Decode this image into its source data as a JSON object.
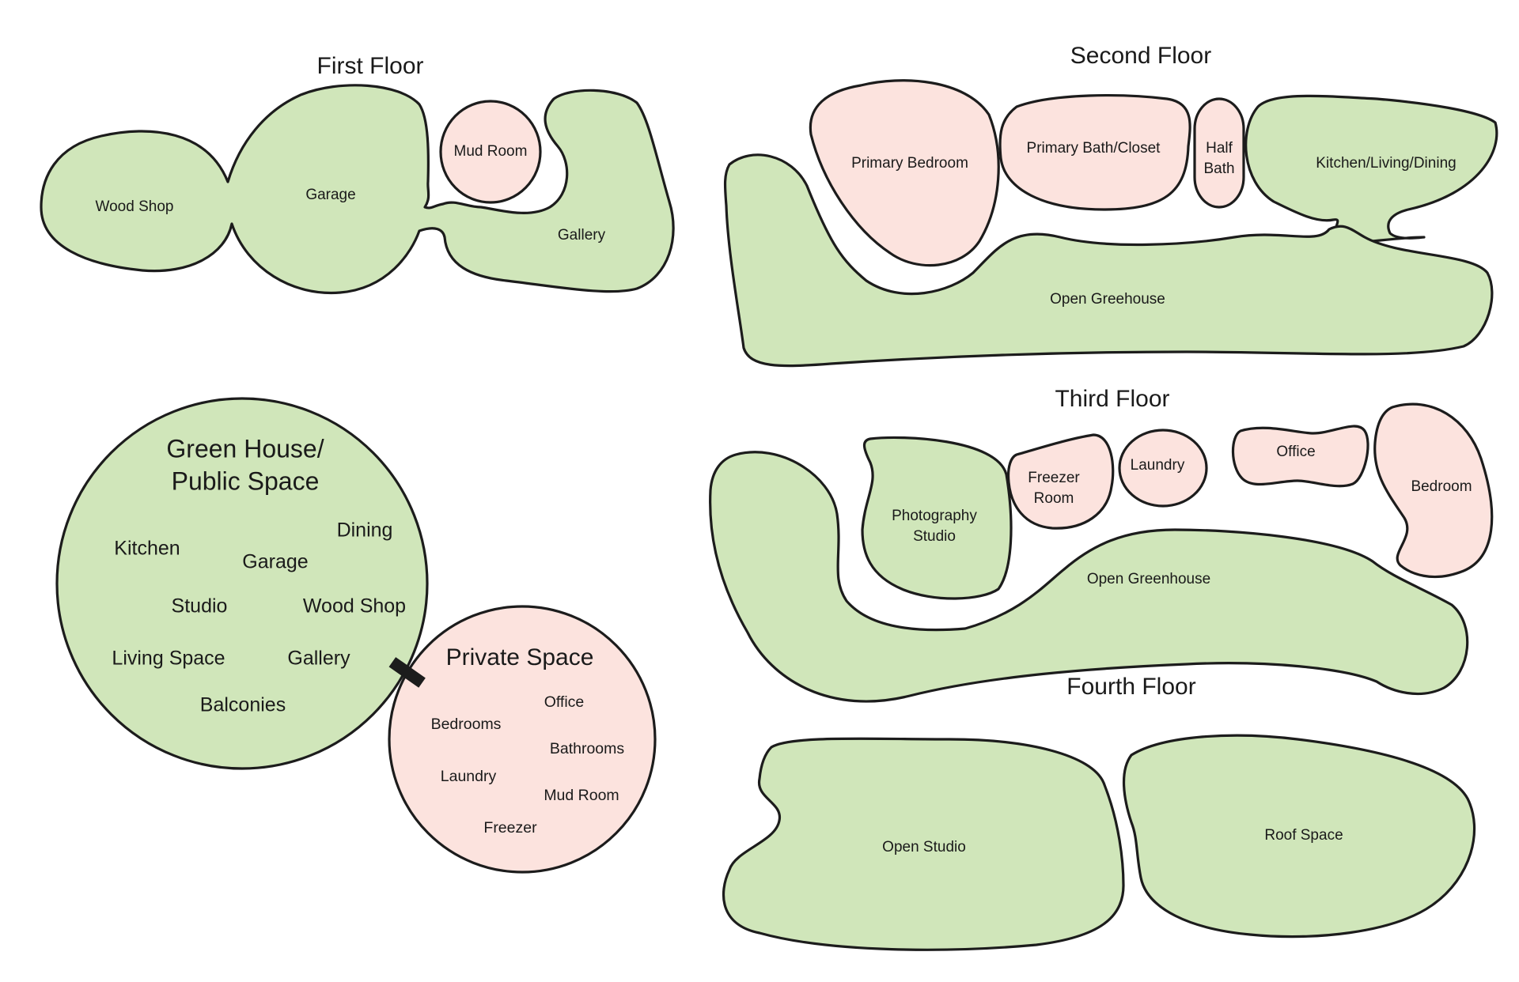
{
  "colors": {
    "public_green": "#d0e6ba",
    "private_pink": "#fce3de",
    "outline": "#1c1c1c"
  },
  "first_floor": {
    "title": "First Floor",
    "rooms": {
      "wood_shop": "Wood Shop",
      "garage": "Garage",
      "mud_room": "Mud Room",
      "gallery": "Gallery"
    }
  },
  "second_floor": {
    "title": "Second Floor",
    "rooms": {
      "primary_bedroom": "Primary Bedroom",
      "primary_bath": "Primary Bath/Closet",
      "half_bath_1": "Half",
      "half_bath_2": "Bath",
      "kitchen": "Kitchen/Living/Dining",
      "greenhouse": "Open Greehouse"
    }
  },
  "third_floor": {
    "title": "Third Floor",
    "rooms": {
      "photo_1": "Photography",
      "photo_2": "Studio",
      "freezer_1": "Freezer",
      "freezer_2": "Room",
      "laundry": "Laundry",
      "office": "Office",
      "bedroom": "Bedroom",
      "greenhouse": "Open Greenhouse"
    }
  },
  "fourth_floor": {
    "title": "Fourth Floor",
    "rooms": {
      "studio": "Open Studio",
      "roof": "Roof Space"
    }
  },
  "legend": {
    "public": {
      "title_1": "Green House/",
      "title_2": "Public Space",
      "items": {
        "kitchen": "Kitchen",
        "dining": "Dining",
        "garage": "Garage",
        "studio": "Studio",
        "wood_shop": "Wood Shop",
        "living": "Living Space",
        "gallery": "Gallery",
        "balconies": "Balconies"
      }
    },
    "private": {
      "title": "Private Space",
      "items": {
        "bedrooms": "Bedrooms",
        "office": "Office",
        "bathrooms": "Bathrooms",
        "laundry": "Laundry",
        "mud_room": "Mud Room",
        "freezer": "Freezer"
      }
    }
  }
}
